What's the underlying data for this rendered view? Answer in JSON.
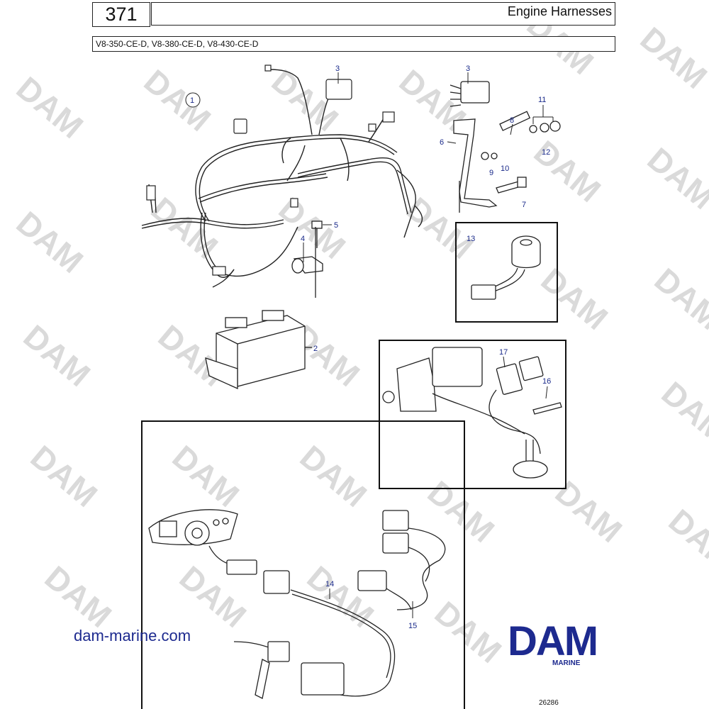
{
  "header": {
    "page_number": "371",
    "title": "Engine Harnesses",
    "models": "V8-350-CE-D, V8-380-CE-D, V8-430-CE-D"
  },
  "watermark_text": "DAM",
  "callouts": [
    "1",
    "2",
    "3",
    "3",
    "4",
    "5",
    "6",
    "7",
    "8",
    "9",
    "10",
    "11",
    "12",
    "13",
    "14",
    "15",
    "16",
    "17"
  ],
  "footer": {
    "website": "dam-marine.com",
    "logo_text": "DAM",
    "logo_sub": "MARINE",
    "figure_id": "26286"
  },
  "colors": {
    "brand": "#1d2a8f",
    "line": "#222222",
    "watermark": "#d6d6d6"
  }
}
